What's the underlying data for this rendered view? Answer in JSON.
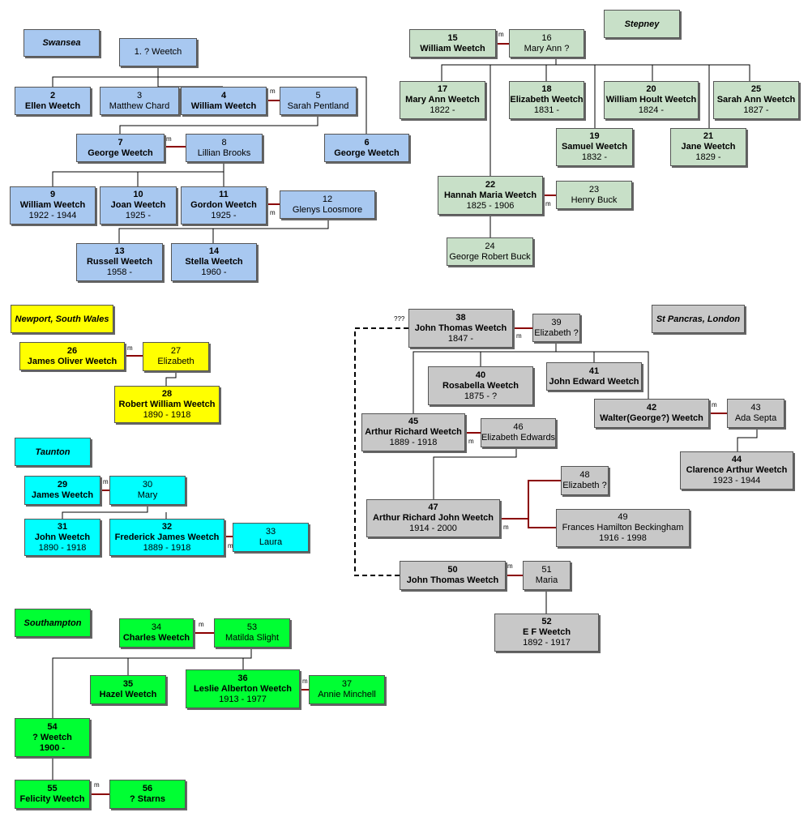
{
  "regions": {
    "swansea": "Swansea",
    "stepney": "Stepney",
    "newport": "Newport, South Wales",
    "taunton": "Taunton",
    "southampton": "Southampton",
    "stpancras": "St Pancras, London"
  },
  "marriage_mark": "m",
  "unknown_mark": "???",
  "colors": {
    "swansea": "#a8c8f0",
    "stepney": "#c8e0c8",
    "newport": "#ffff00",
    "taunton": "#00ffff",
    "southampton": "#00ff33",
    "stpancras": "#c8c8c8",
    "marriage_line": "#8b0000"
  },
  "people": {
    "p1": {
      "num": "",
      "name": "1.  ? Weetch",
      "dates": ""
    },
    "p2": {
      "num": "2",
      "name": "Ellen Weetch",
      "dates": ""
    },
    "p3": {
      "num": "3",
      "name": "Matthew Chard",
      "dates": ""
    },
    "p4": {
      "num": "4",
      "name": "William Weetch",
      "dates": ""
    },
    "p5": {
      "num": "5",
      "name": "Sarah Pentland",
      "dates": ""
    },
    "p6": {
      "num": "6",
      "name": "George Weetch",
      "dates": ""
    },
    "p7": {
      "num": "7",
      "name": "George Weetch",
      "dates": ""
    },
    "p8": {
      "num": "8",
      "name": "Lillian Brooks",
      "dates": ""
    },
    "p9": {
      "num": "9",
      "name": "William Weetch",
      "dates": "1922 - 1944"
    },
    "p10": {
      "num": "10",
      "name": "Joan Weetch",
      "dates": "1925 -"
    },
    "p11": {
      "num": "11",
      "name": "Gordon Weetch",
      "dates": "1925 -"
    },
    "p12": {
      "num": "12",
      "name": "Glenys Loosmore",
      "dates": ""
    },
    "p13": {
      "num": "13",
      "name": "Russell Weetch",
      "dates": "1958 -"
    },
    "p14": {
      "num": "14",
      "name": "Stella Weetch",
      "dates": "1960 -"
    },
    "p15": {
      "num": "15",
      "name": "William Weetch",
      "dates": ""
    },
    "p16": {
      "num": "16",
      "name": "Mary Ann ?",
      "dates": ""
    },
    "p17": {
      "num": "17",
      "name": "Mary Ann Weetch",
      "dates": "1822 -"
    },
    "p18": {
      "num": "18",
      "name": "Elizabeth Weetch",
      "dates": "1831 -"
    },
    "p19": {
      "num": "19",
      "name": "Samuel Weetch",
      "dates": "1832 -"
    },
    "p20": {
      "num": "20",
      "name": "William Hoult Weetch",
      "dates": "1824 -"
    },
    "p21": {
      "num": "21",
      "name": "Jane Weetch",
      "dates": "1829 -"
    },
    "p22": {
      "num": "22",
      "name": "Hannah Maria Weetch",
      "dates": "1825 - 1906"
    },
    "p23": {
      "num": "23",
      "name": "Henry Buck",
      "dates": ""
    },
    "p24": {
      "num": "24",
      "name": "George Robert Buck",
      "dates": ""
    },
    "p25": {
      "num": "25",
      "name": "Sarah Ann Weetch",
      "dates": "1827 -"
    },
    "p26": {
      "num": "26",
      "name": "James Oliver Weetch",
      "dates": ""
    },
    "p27": {
      "num": "27",
      "name": "Elizabeth",
      "dates": ""
    },
    "p28": {
      "num": "28",
      "name": "Robert William Weetch",
      "dates": "1890 - 1918"
    },
    "p29": {
      "num": "29",
      "name": "James Weetch",
      "dates": ""
    },
    "p30": {
      "num": "30",
      "name": "Mary",
      "dates": ""
    },
    "p31": {
      "num": "31",
      "name": "John Weetch",
      "dates": "1890 - 1918"
    },
    "p32": {
      "num": "32",
      "name": "Frederick James Weetch",
      "dates": "1889 - 1918"
    },
    "p33": {
      "num": "33",
      "name": "Laura",
      "dates": ""
    },
    "p34": {
      "num": "34",
      "name": "Charles Weetch",
      "dates": ""
    },
    "p35": {
      "num": "35",
      "name": "Hazel Weetch",
      "dates": ""
    },
    "p36": {
      "num": "36",
      "name": "Leslie Alberton Weetch",
      "dates": "1913 - 1977"
    },
    "p37": {
      "num": "37",
      "name": "Annie Minchell",
      "dates": ""
    },
    "p38": {
      "num": "38",
      "name": "John Thomas Weetch",
      "dates": "1847 -"
    },
    "p39": {
      "num": "39",
      "name": "Elizabeth ?",
      "dates": ""
    },
    "p40": {
      "num": "40",
      "name": "Rosabella Weetch",
      "dates": "1875 - ?"
    },
    "p41": {
      "num": "41",
      "name": "John Edward Weetch",
      "dates": ""
    },
    "p42": {
      "num": "42",
      "name": "Walter(George?) Weetch",
      "dates": ""
    },
    "p43": {
      "num": "43",
      "name": "Ada Septa",
      "dates": ""
    },
    "p44": {
      "num": "44",
      "name": "Clarence Arthur Weetch",
      "dates": "1923 - 1944"
    },
    "p45": {
      "num": "45",
      "name": "Arthur Richard  Weetch",
      "dates": "1889 - 1918"
    },
    "p46": {
      "num": "46",
      "name": "Elizabeth Edwards",
      "dates": ""
    },
    "p47": {
      "num": "47",
      "name": "Arthur Richard John  Weetch",
      "dates": "1914 - 2000"
    },
    "p48": {
      "num": "48",
      "name": "Elizabeth ?",
      "dates": ""
    },
    "p49": {
      "num": "49",
      "name": "Frances Hamilton Beckingham",
      "dates": "1916 - 1998"
    },
    "p50": {
      "num": "50",
      "name": "John Thomas Weetch",
      "dates": ""
    },
    "p51": {
      "num": "51",
      "name": "Maria",
      "dates": ""
    },
    "p52": {
      "num": "52",
      "name": "E F Weetch",
      "dates": "1892 - 1917"
    },
    "p53": {
      "num": "53",
      "name": "Matilda Slight",
      "dates": ""
    },
    "p54": {
      "num": "54",
      "name": "? Weetch",
      "dates": "1900 -"
    },
    "p55": {
      "num": "55",
      "name": "Felicity Weetch",
      "dates": ""
    },
    "p56": {
      "num": "56",
      "name": "? Starns",
      "dates": ""
    }
  }
}
